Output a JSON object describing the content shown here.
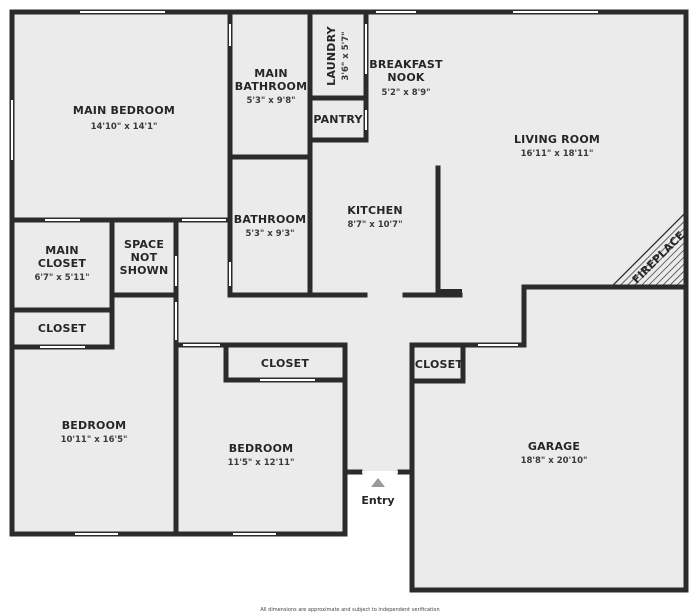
{
  "rooms": {
    "main_bedroom": {
      "name": "MAIN BEDROOM",
      "dim": "14'10\" x 14'1\""
    },
    "main_bathroom": {
      "name_line1": "MAIN",
      "name_line2": "BATHROOM",
      "dim": "5'3\" x 9'8\""
    },
    "laundry": {
      "name": "LAUNDRY",
      "dim": "3'6\" x 5'7\""
    },
    "pantry": {
      "name": "PANTRY"
    },
    "breakfast_nook": {
      "name_line1": "BREAKFAST",
      "name_line2": "NOOK",
      "dim": "5'2\" x 8'9\""
    },
    "living_room": {
      "name": "LIVING ROOM",
      "dim": "16'11\" x 18'11\""
    },
    "kitchen": {
      "name": "KITCHEN",
      "dim": "8'7\" x 10'7\""
    },
    "bathroom": {
      "name": "BATHROOM",
      "dim": "5'3\" x 9'3\""
    },
    "main_closet": {
      "name_line1": "MAIN",
      "name_line2": "CLOSET",
      "dim": "6'7\" x 5'11\""
    },
    "space_not_shown": {
      "line1": "SPACE",
      "line2": "NOT",
      "line3": "SHOWN"
    },
    "fireplace": {
      "name": "FIREPLACE"
    },
    "closet_left": {
      "name": "CLOSET"
    },
    "closet_center": {
      "name": "CLOSET"
    },
    "closet_garage": {
      "name": "CLOSET"
    },
    "bedroom_left": {
      "name": "BEDROOM",
      "dim": "10'11\" x 16'5\""
    },
    "bedroom_center": {
      "name": "BEDROOM",
      "dim": "11'5\" x 12'11\""
    },
    "garage": {
      "name": "GARAGE",
      "dim": "18'8\" x 20'10\""
    }
  },
  "entry": {
    "label": "Entry"
  },
  "footer": {
    "disclaimer": "All dimensions are approximate and subject to independent verification"
  },
  "colors": {
    "floor": "#ebebeb",
    "wall": "#2b2b2b",
    "window": "#ffffff",
    "page": "#ffffff"
  }
}
